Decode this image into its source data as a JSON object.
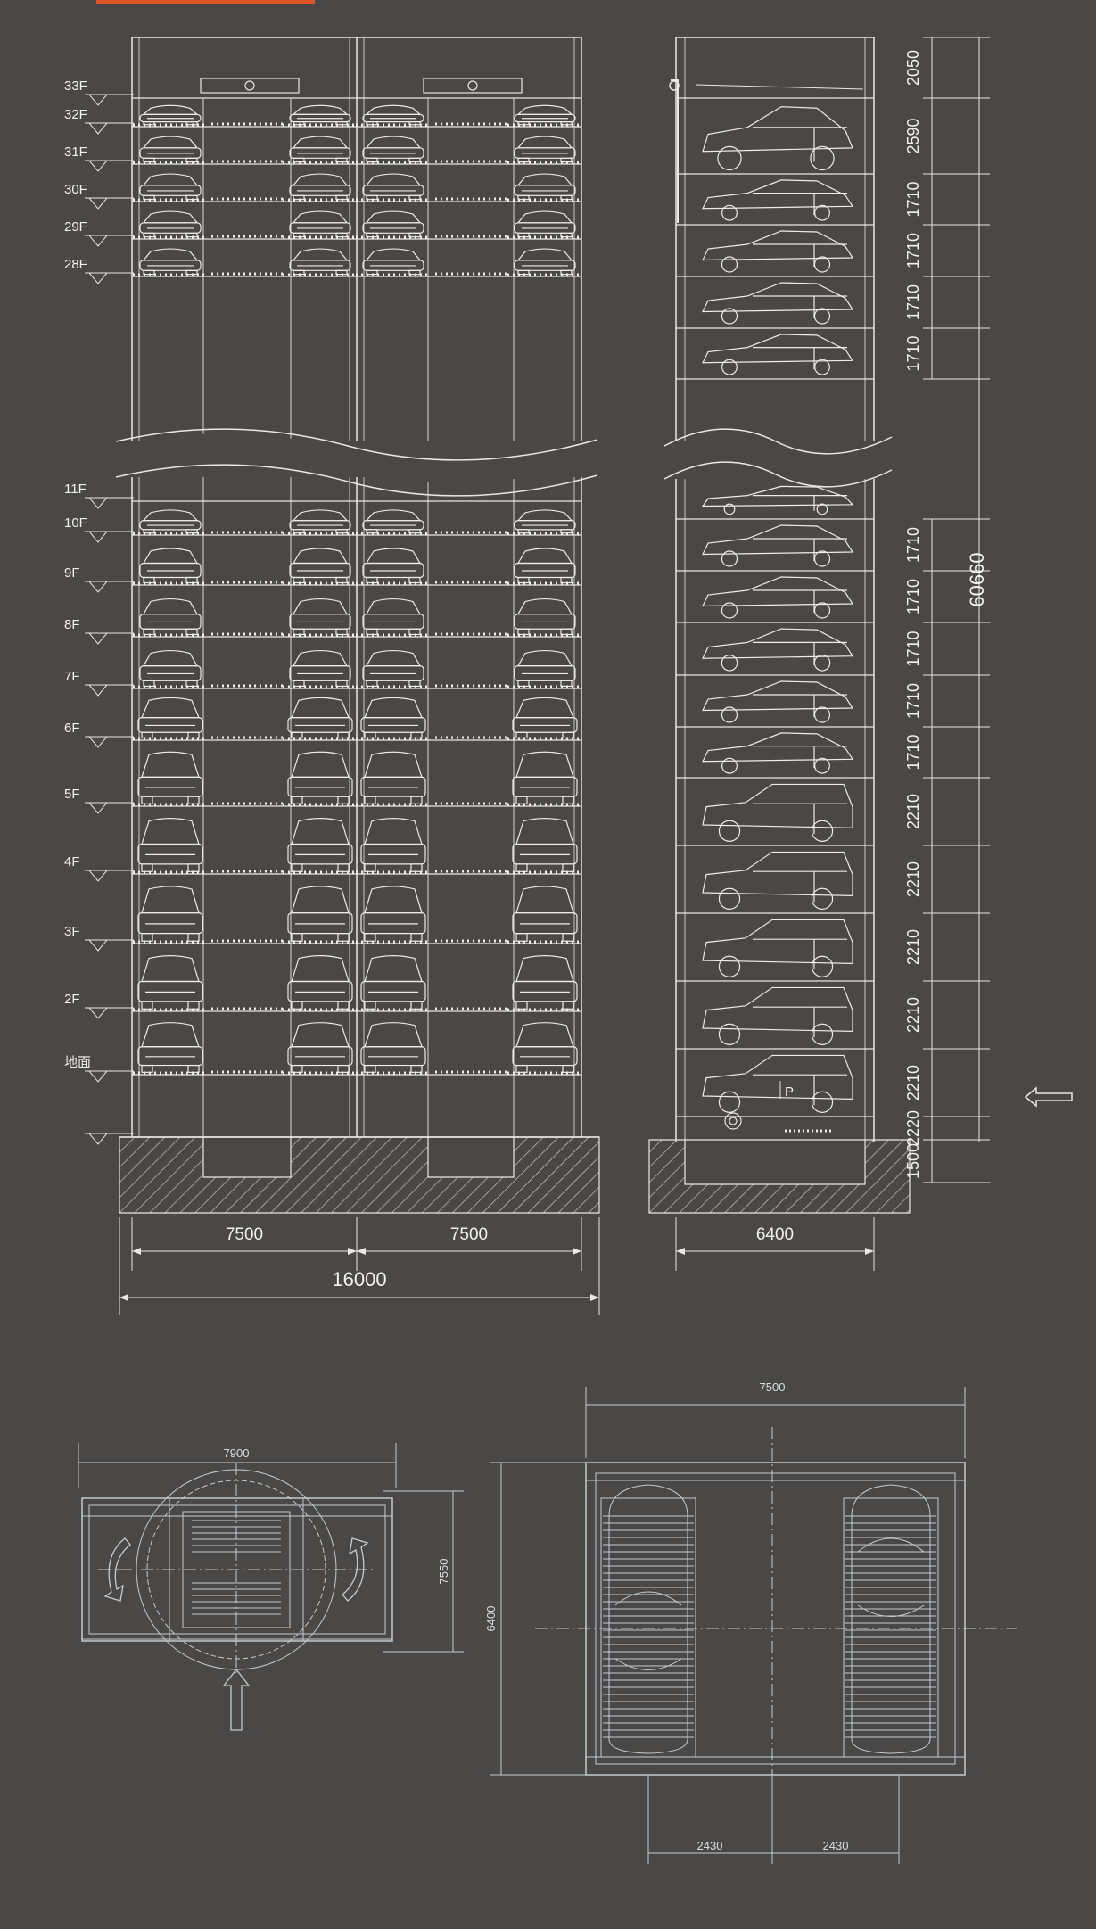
{
  "colors": {
    "background": "#4a4846",
    "lines": "#e8e8e8",
    "plan_lines": "#c2ccd2",
    "accent": "#e0562b"
  },
  "elevation": {
    "floors_upper": [
      "33F",
      "32F",
      "31F",
      "30F",
      "29F",
      "28F"
    ],
    "floors_lower": [
      "11F",
      "10F",
      "9F",
      "8F",
      "7F",
      "6F",
      "5F",
      "4F",
      "3F",
      "2F",
      "地面"
    ],
    "width_dims": [
      "7500",
      "7500"
    ],
    "total_width": "16000"
  },
  "section": {
    "heights_upper": [
      "2050",
      "2590",
      "1710",
      "1710",
      "1710",
      "1710"
    ],
    "heights_lower": [
      "1710",
      "1710",
      "1710",
      "1710",
      "1710",
      "2210",
      "2210",
      "2210",
      "2210",
      "2210",
      "2220",
      "1500"
    ],
    "total_height": "60660",
    "width_dim": "6400",
    "entrance_mark": "P"
  },
  "plan_turntable": {
    "width_dim": "7900",
    "height_dim": "7550"
  },
  "plan_parking": {
    "width_dim": "7500",
    "height_dim": "6400",
    "bay_dims": [
      "2430",
      "2430"
    ]
  }
}
